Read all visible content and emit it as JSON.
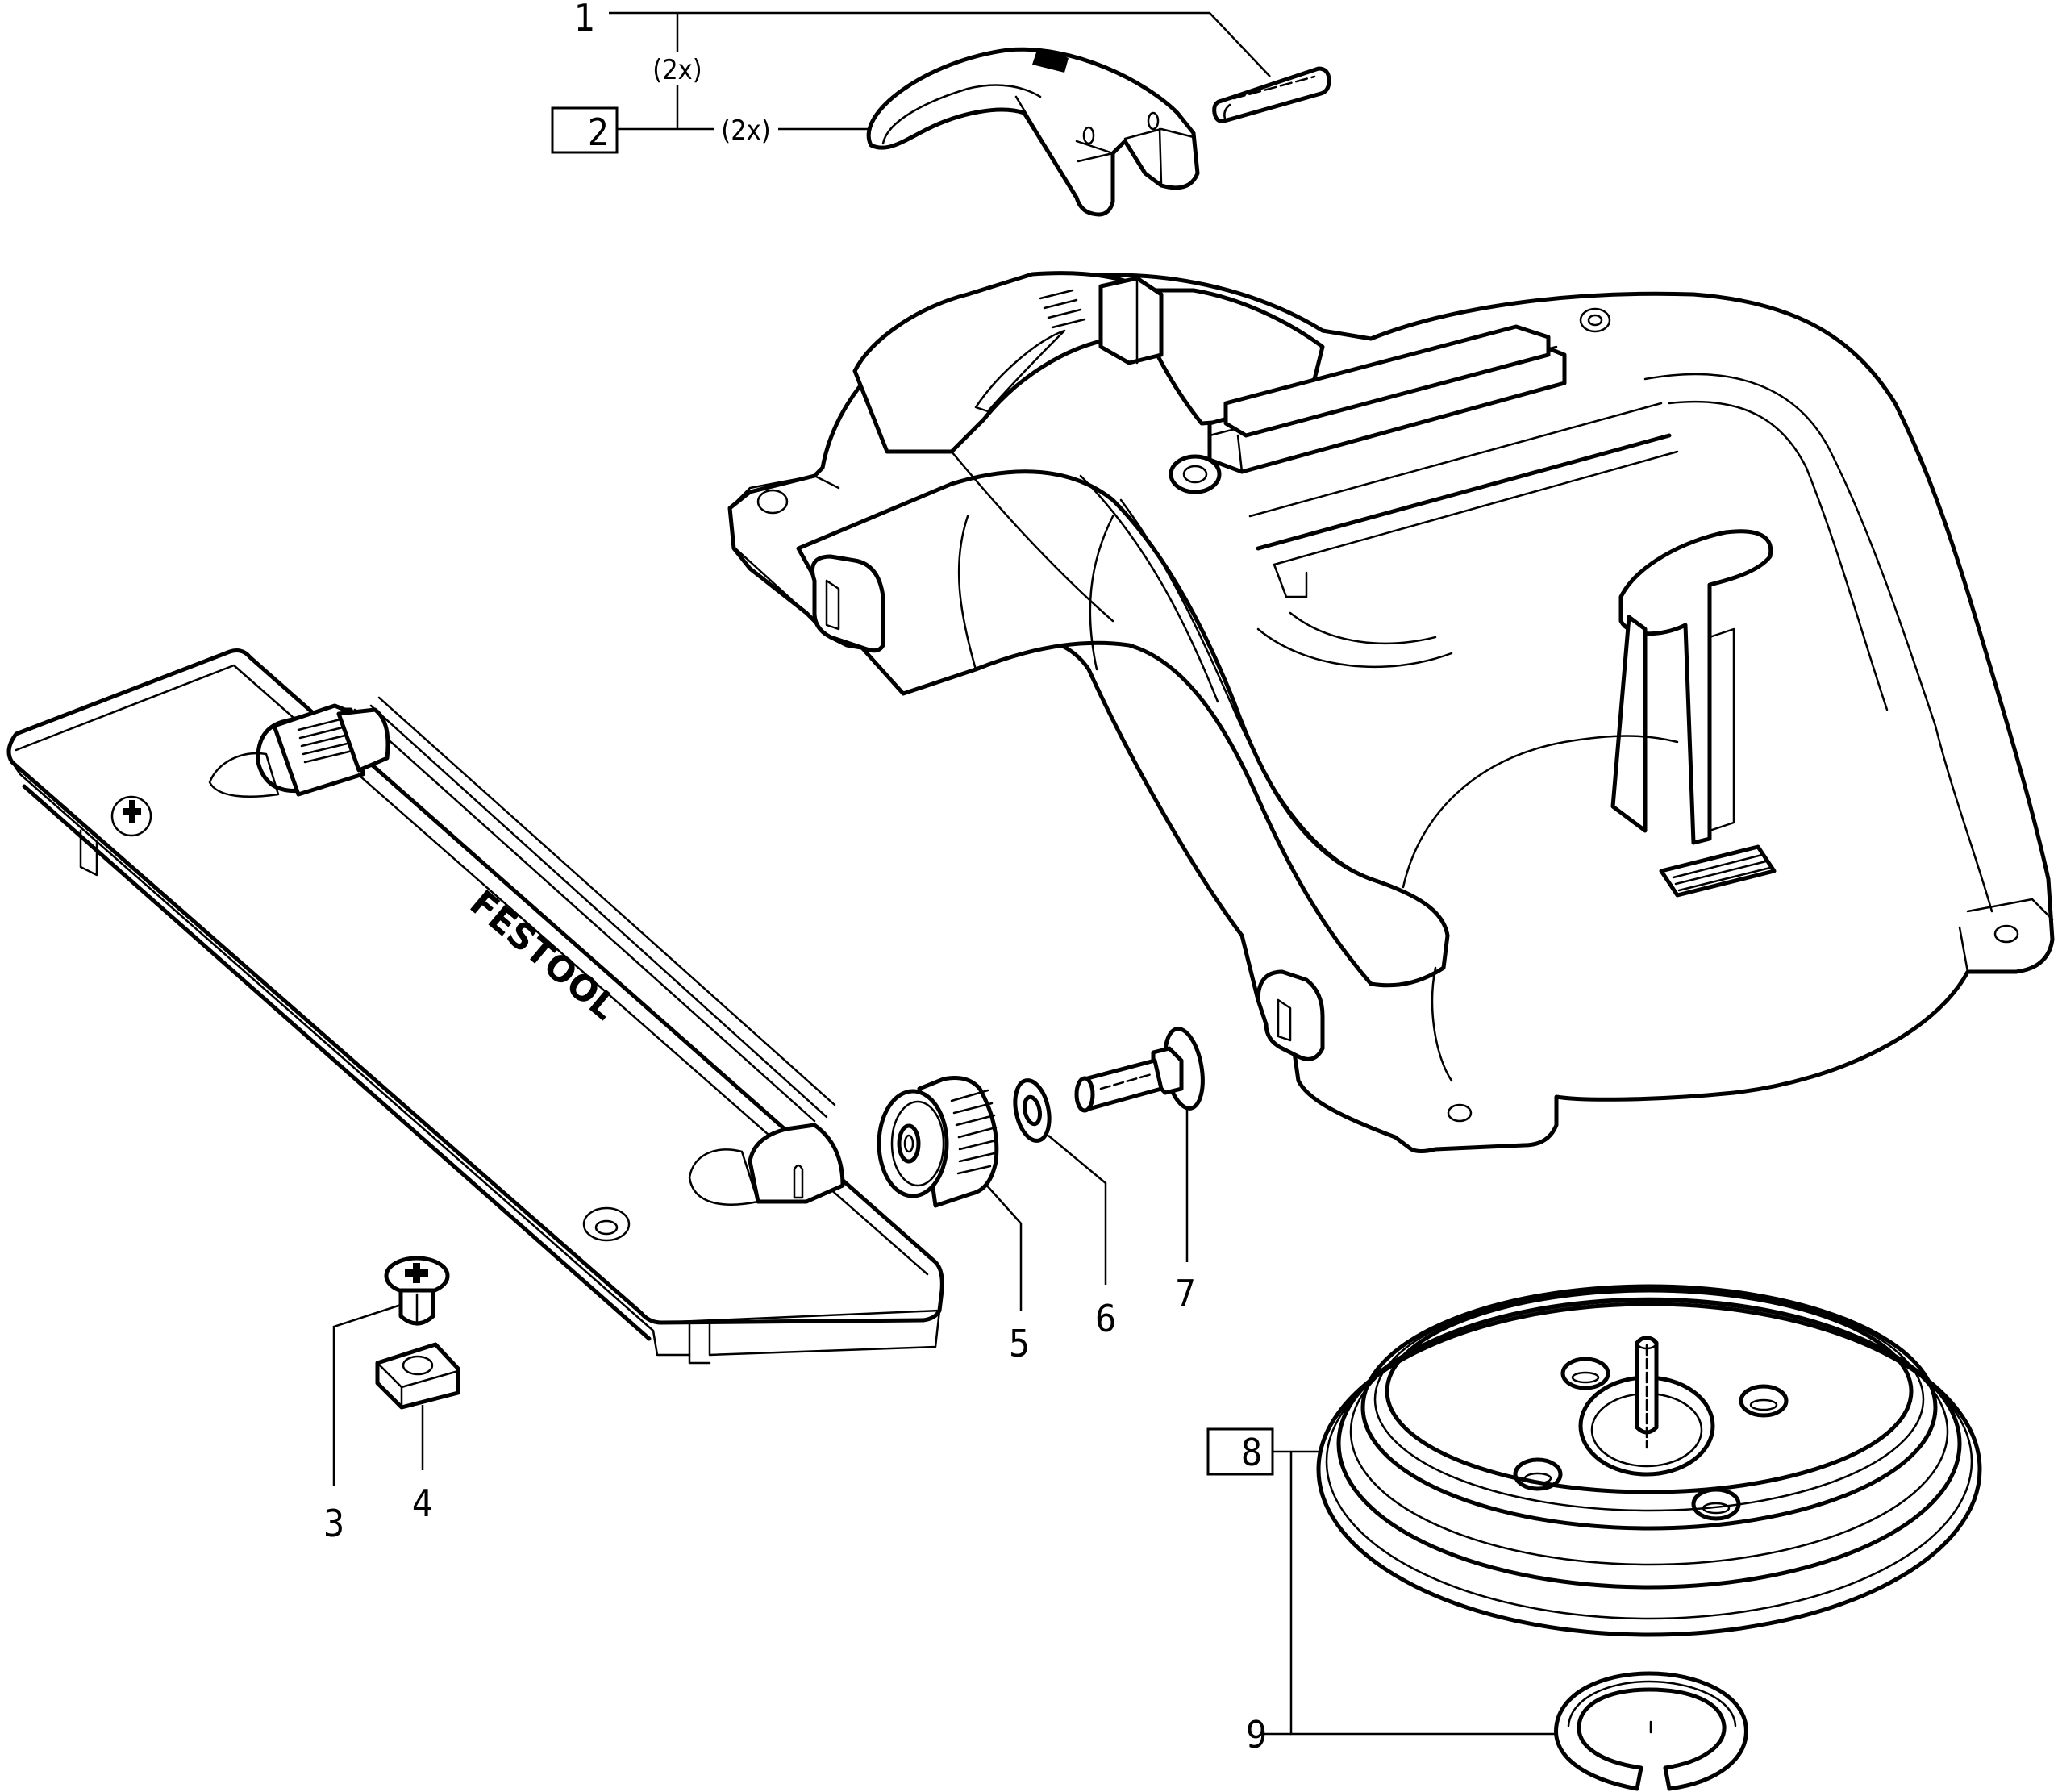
{
  "diagram": {
    "type": "exploded parts diagram",
    "colors": {
      "line": "#000000",
      "background": "#ffffff"
    },
    "parts": [
      {
        "id": "1",
        "label": "1",
        "boxed": false,
        "quantity": "(2x)",
        "description": "pin"
      },
      {
        "id": "2",
        "label": "2",
        "boxed": true,
        "quantity": "(2x)",
        "description": "guide clip"
      },
      {
        "id": "3",
        "label": "3",
        "boxed": false,
        "description": "countersunk screw"
      },
      {
        "id": "4",
        "label": "4",
        "boxed": false,
        "description": "square nut"
      },
      {
        "id": "5",
        "label": "5",
        "boxed": false,
        "description": "knurled knob"
      },
      {
        "id": "6",
        "label": "6",
        "boxed": false,
        "description": "washer"
      },
      {
        "id": "7",
        "label": "7",
        "boxed": false,
        "description": "carriage bolt"
      },
      {
        "id": "8",
        "label": "8",
        "boxed": true,
        "description": "turntable base"
      },
      {
        "id": "9",
        "label": "9",
        "boxed": false,
        "description": "retaining ring"
      }
    ],
    "logo_text": "FESTOOL"
  }
}
